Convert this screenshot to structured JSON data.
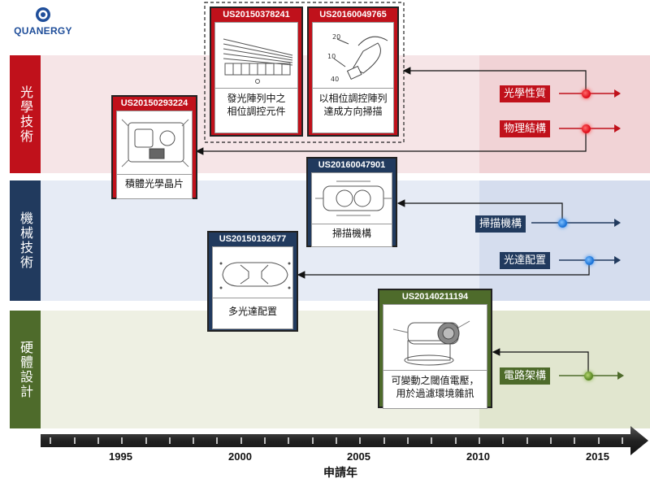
{
  "logo": {
    "text": "QUANERGY"
  },
  "categories": {
    "optics": "光學技術",
    "mechanics": "機械技術",
    "hardware": "硬體設計"
  },
  "patents": [
    {
      "number": "US20150378241",
      "desc_lines": [
        "發光陣列中之",
        "相位調控元件"
      ],
      "category": "optics"
    },
    {
      "number": "US20160049765",
      "desc_lines": [
        "以相位調控陣列",
        "達成方向掃描"
      ],
      "category": "optics"
    },
    {
      "number": "US20150293224",
      "desc_lines": [
        "積體光學晶片"
      ],
      "category": "optics"
    },
    {
      "number": "US20160047901",
      "desc_lines": [
        "掃描機構"
      ],
      "category": "mechanics"
    },
    {
      "number": "US20150192677",
      "desc_lines": [
        "多光達配置"
      ],
      "category": "mechanics"
    },
    {
      "number": "US20140211194",
      "desc_lines": [
        "可變動之閾值電壓，",
        "用於過濾環境雜訊"
      ],
      "category": "hardware"
    }
  ],
  "figure_labels": {
    "a": "20",
    "b": "10",
    "c": "40"
  },
  "tags": {
    "optical_property": "光學性質",
    "physical_structure": "物理結構",
    "scan_mechanism": "掃描機構",
    "lidar_config": "光達配置",
    "circuit_arch": "電路架構"
  },
  "timeline": {
    "label": "申請年",
    "years": [
      "1995",
      "2000",
      "2005",
      "2010",
      "2015"
    ]
  },
  "colors": {
    "optics": "#c0111b",
    "mechanics": "#213a5e",
    "hardware": "#4e6b2b"
  }
}
